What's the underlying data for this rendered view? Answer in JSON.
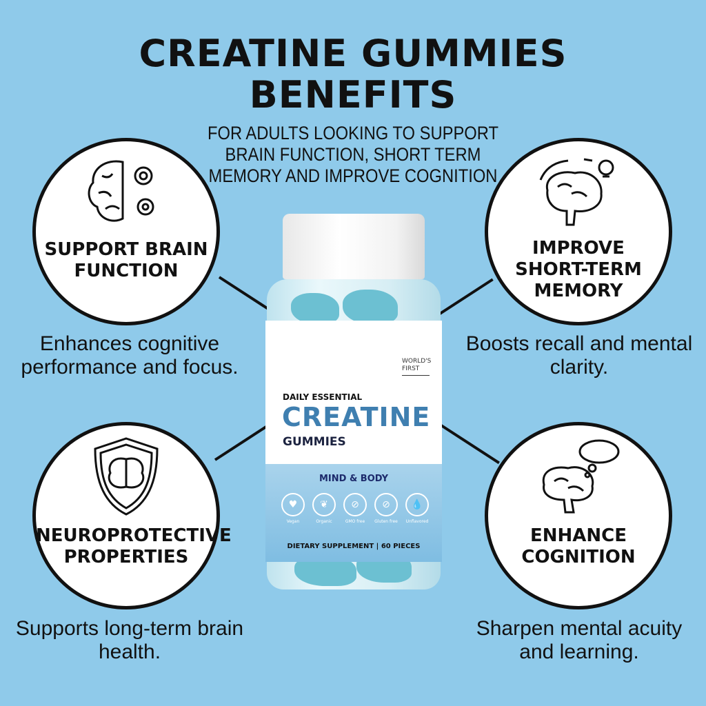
{
  "header": {
    "title_line1": "CREATINE GUMMIES",
    "title_line2": "BENEFITS",
    "subtitle": "FOR ADULTS LOOKING TO SUPPORT BRAIN FUNCTION, SHORT TERM MEMORY AND IMPROVE COGNITION"
  },
  "benefits": [
    {
      "icon": "brain-gears-icon",
      "label_line1": "SUPPORT BRAIN",
      "label_line2": "FUNCTION",
      "description": "Enhances cognitive performance and focus."
    },
    {
      "icon": "brain-lightbulb-icon",
      "label_line1": "IMPROVE",
      "label_line2": "SHORT-TERM",
      "label_line3": "MEMORY",
      "description": "Boosts recall and mental clarity."
    },
    {
      "icon": "brain-shield-icon",
      "label_line1": "NEUROPROTECTIVE",
      "label_line2": "PROPERTIES",
      "description": "Supports long-term brain health."
    },
    {
      "icon": "brain-thought-icon",
      "label_line1": "ENHANCE",
      "label_line2": "COGNITION",
      "description": "Sharpen mental acuity and learning."
    }
  ],
  "product": {
    "badge": "WORLD'S FIRST",
    "kicker": "DAILY ESSENTIAL",
    "name": "CREATINE",
    "type": "GUMMIES",
    "tagline": "MIND & BODY",
    "features": [
      "Vegan",
      "Organic",
      "GMO free",
      "Gluten free",
      "Unflavored"
    ],
    "footer": "DIETARY SUPPLEMENT | 60 PIECES",
    "accent": "#3f7fb0"
  }
}
